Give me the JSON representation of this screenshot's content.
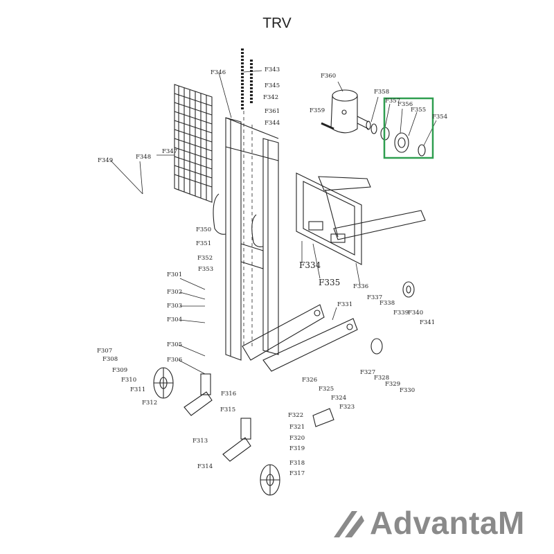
{
  "title": "TRV",
  "brand": {
    "name": "AdvantaM",
    "accent_color": "#8a8a8a"
  },
  "highlight": {
    "part": "F355",
    "color": "#2e9e4f"
  },
  "parts": [
    "F301",
    "F302",
    "F303",
    "F304",
    "F305",
    "F306",
    "F307",
    "F308",
    "F309",
    "F310",
    "F311",
    "F312",
    "F313",
    "F314",
    "F315",
    "F316",
    "F317",
    "F318",
    "F319",
    "F320",
    "F321",
    "F322",
    "F323",
    "F324",
    "F325",
    "F326",
    "F327",
    "F328",
    "F329",
    "F330",
    "F331",
    "F334",
    "F335",
    "F336",
    "F337",
    "F338",
    "F339",
    "F340",
    "F341",
    "F342",
    "F343",
    "F344",
    "F345",
    "F346",
    "F347",
    "F348",
    "F349",
    "F350",
    "F351",
    "F352",
    "F353",
    "F354",
    "F355",
    "F356",
    "F357",
    "F358",
    "F359",
    "F360",
    "F361"
  ],
  "labels": {
    "F301": "F301",
    "F302": "F302",
    "F303": "F303",
    "F304": "F304",
    "F305": "F305",
    "F306": "F306",
    "F307": "F307",
    "F308": "F308",
    "F309": "F309",
    "F310": "F310",
    "F311": "F311",
    "F312": "F312",
    "F313": "F313",
    "F314": "F314",
    "F315": "F315",
    "F316": "F316",
    "F317": "F317",
    "F318": "F318",
    "F319": "F319",
    "F320": "F320",
    "F321": "F321",
    "F322": "F322",
    "F323": "F323",
    "F324": "F324",
    "F325": "F325",
    "F326": "F326",
    "F327": "F327",
    "F328": "F328",
    "F329": "F329",
    "F330": "F330",
    "F331": "F331",
    "F334": "F334",
    "F335": "F335",
    "F336": "F336",
    "F337": "F337",
    "F338": "F338",
    "F339": "F339",
    "F340": "F340",
    "F341": "F341",
    "F342": "F342",
    "F343": "F343",
    "F344": "F344",
    "F345": "F345",
    "F346": "F346",
    "F347": "F347",
    "F348": "F348",
    "F349": "F349",
    "F350": "F350",
    "F351": "F351",
    "F352": "F352",
    "F353": "F353",
    "F354": "F354",
    "F355": "F355",
    "F356": "F356",
    "F357": "F357",
    "F358": "F358",
    "F359": "F359",
    "F360": "F360",
    "F361": "F361"
  }
}
